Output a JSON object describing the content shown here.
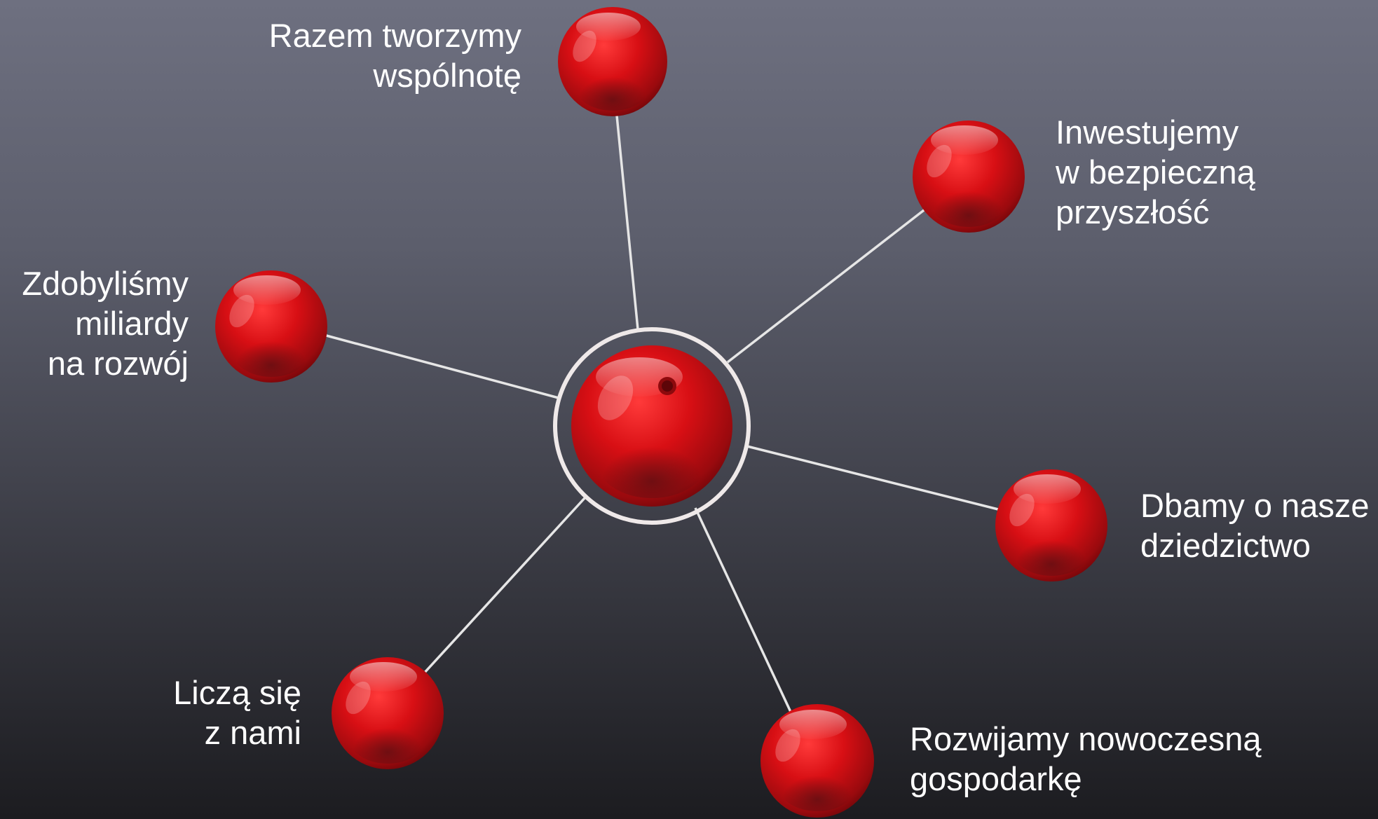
{
  "diagram": {
    "labels": {
      "top": [
        "Razem tworzymy",
        "wspólnotę"
      ],
      "top_right": [
        "Inwestujemy",
        "w bezpieczną",
        "przyszłość"
      ],
      "left": [
        "Zdobyliśmy",
        "miliardy",
        "na rozwój"
      ],
      "right": [
        "Dbamy o nasze",
        "dziedzictwo"
      ],
      "bottom_left": [
        "Liczą się",
        "z nami"
      ],
      "bottom_right": [
        "Rozwijamy nowoczesną",
        "gospodarkę"
      ]
    },
    "colors": {
      "sphere": "#d80f14",
      "connector": "#e6e6e6",
      "text": "#ffffff"
    }
  }
}
